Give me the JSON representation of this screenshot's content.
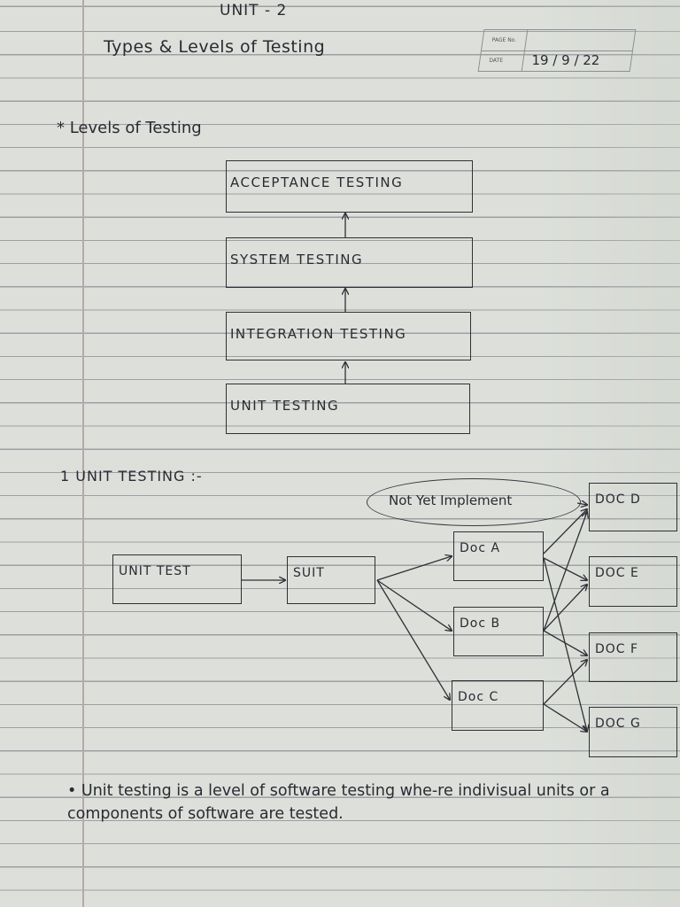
{
  "header": {
    "unit": "UNIT - 2",
    "title": "Types & Levels of Testing",
    "page_no_label": "PAGE No.",
    "date_label": "DATE",
    "date": "19 / 9 / 22"
  },
  "levels": {
    "heading": "*  Levels of Testing",
    "boxes": [
      "ACCEPTANCE TESTING",
      "SYSTEM TESTING",
      "INTEGRATION TESTING",
      "UNIT TESTING"
    ]
  },
  "unit_testing": {
    "heading": "1  UNIT TESTING :-",
    "note": "Not Yet Implement",
    "unit_test": "UNIT TEST",
    "suit": "SUIT",
    "docs": [
      "Doc A",
      "Doc B",
      "Doc C",
      "DOC D",
      "DOC E",
      "DOC F",
      "DOC G"
    ]
  },
  "definition": "• Unit testing is a level of software testing whe-re indivisual units or a components of software are tested."
}
